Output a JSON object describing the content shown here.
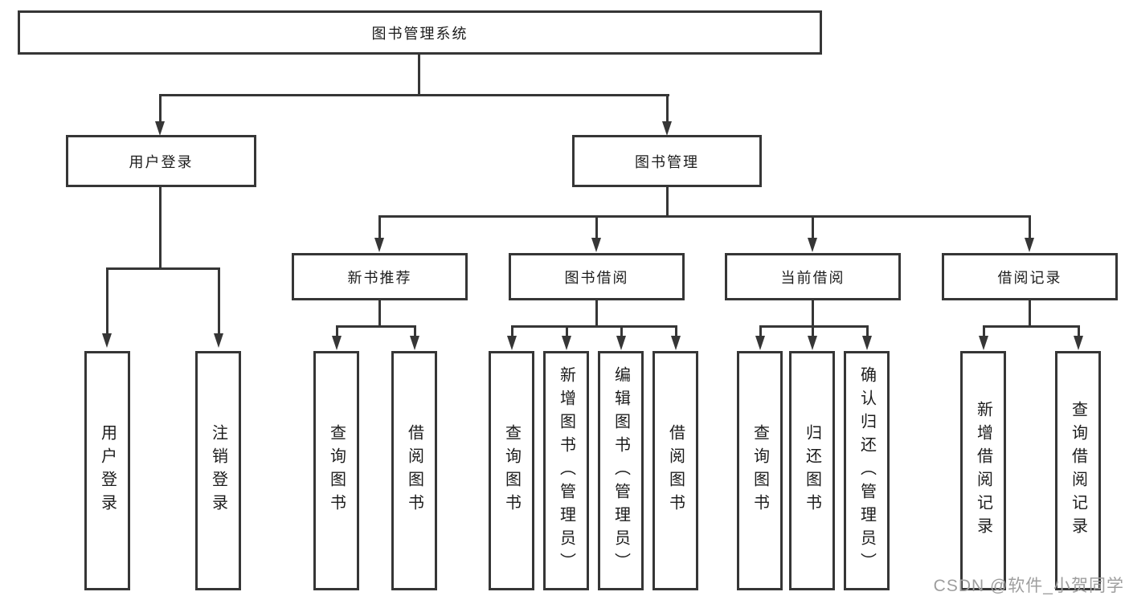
{
  "diagram_title": "图书管理系统",
  "nodes": {
    "root": "图书管理系统",
    "level1": [
      {
        "label": "用户登录"
      },
      {
        "label": "图书管理"
      }
    ],
    "login_children": [
      "用户登录",
      "注销登录"
    ],
    "management_children": [
      "新书推荐",
      "图书借阅",
      "当前借阅",
      "借阅记录"
    ],
    "new_book_children": [
      "查询图书",
      "借阅图书"
    ],
    "book_borrow_children": [
      "查询图书",
      "新增图书（管理员）",
      "编辑图书（管理员）",
      "借阅图书"
    ],
    "current_borrow_children": [
      "查询图书",
      "归还图书",
      "确认归还（管理员）"
    ],
    "record_children": [
      "新增借阅记录",
      "查询借阅记录"
    ]
  },
  "watermark": "CSDN @软件_小贺同学",
  "colors": {
    "line": "#363636",
    "text": "#1c1c1c",
    "watermark": "#9e9e9e",
    "background": "#ffffff"
  }
}
